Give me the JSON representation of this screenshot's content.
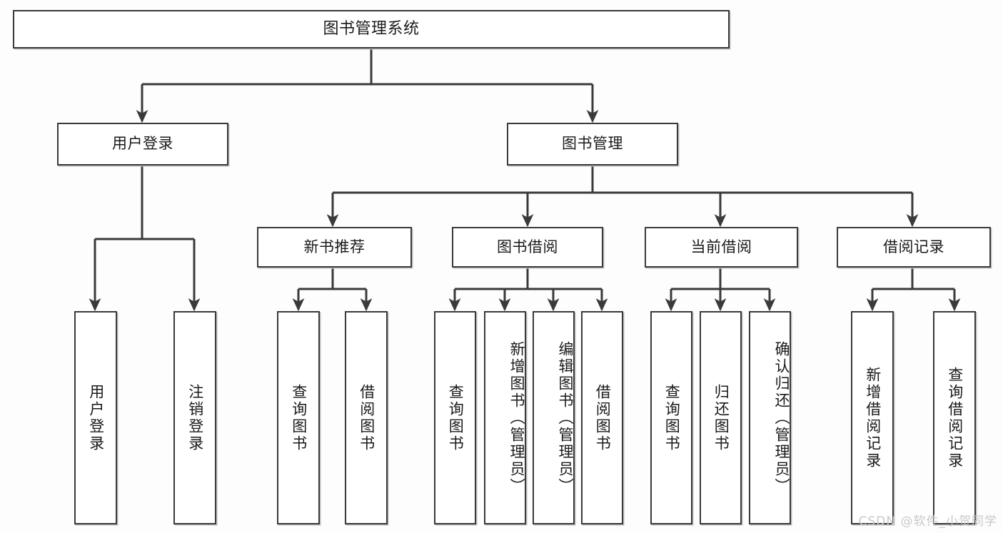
{
  "diagram": {
    "type": "tree-hierarchy-chart",
    "title": "图书管理系统",
    "stroke_color": "#3a3a3a",
    "fill_color": "#ffffff",
    "background_color": "#fdfdfd",
    "levels": [
      {
        "level": 1,
        "nodes": [
          {
            "id": "root",
            "label": "图书管理系统",
            "orientation": "horizontal"
          }
        ]
      },
      {
        "level": 2,
        "nodes": [
          {
            "id": "login",
            "label": "用户登录",
            "orientation": "horizontal",
            "parent": "root"
          },
          {
            "id": "bookmgmt",
            "label": "图书管理",
            "orientation": "horizontal",
            "parent": "root"
          }
        ]
      },
      {
        "level": 3,
        "nodes": [
          {
            "id": "newbook",
            "label": "新书推荐",
            "orientation": "horizontal",
            "parent": "bookmgmt"
          },
          {
            "id": "borrow",
            "label": "图书借阅",
            "orientation": "horizontal",
            "parent": "bookmgmt"
          },
          {
            "id": "current",
            "label": "当前借阅",
            "orientation": "horizontal",
            "parent": "bookmgmt"
          },
          {
            "id": "records",
            "label": "借阅记录",
            "orientation": "horizontal",
            "parent": "bookmgmt"
          }
        ]
      },
      {
        "level": 4,
        "nodes": [
          {
            "id": "leaf1",
            "label": "用户登录",
            "orientation": "vertical",
            "parent": "login"
          },
          {
            "id": "leaf2",
            "label": "注销登录",
            "orientation": "vertical",
            "parent": "login"
          },
          {
            "id": "leaf3",
            "label": "查询图书",
            "orientation": "vertical",
            "parent": "newbook"
          },
          {
            "id": "leaf4",
            "label": "借阅图书",
            "orientation": "vertical",
            "parent": "newbook"
          },
          {
            "id": "leaf5",
            "label": "查询图书",
            "orientation": "vertical",
            "parent": "borrow"
          },
          {
            "id": "leaf6",
            "label": "新增图书（管理员）",
            "orientation": "vertical",
            "parent": "borrow"
          },
          {
            "id": "leaf7",
            "label": "编辑图书（管理员）",
            "orientation": "vertical",
            "parent": "borrow"
          },
          {
            "id": "leaf8",
            "label": "借阅图书",
            "orientation": "vertical",
            "parent": "borrow"
          },
          {
            "id": "leaf9",
            "label": "查询图书",
            "orientation": "vertical",
            "parent": "current"
          },
          {
            "id": "leaf10",
            "label": "归还图书",
            "orientation": "vertical",
            "parent": "current"
          },
          {
            "id": "leaf11",
            "label": "确认归还（管理员）",
            "orientation": "vertical",
            "parent": "current"
          },
          {
            "id": "leaf12",
            "label": "新增借阅记录",
            "orientation": "vertical",
            "parent": "records"
          },
          {
            "id": "leaf13",
            "label": "查询借阅记录",
            "orientation": "vertical",
            "parent": "records"
          }
        ]
      }
    ]
  },
  "watermark": {
    "text": "CSDN @软件_小贺同学"
  }
}
